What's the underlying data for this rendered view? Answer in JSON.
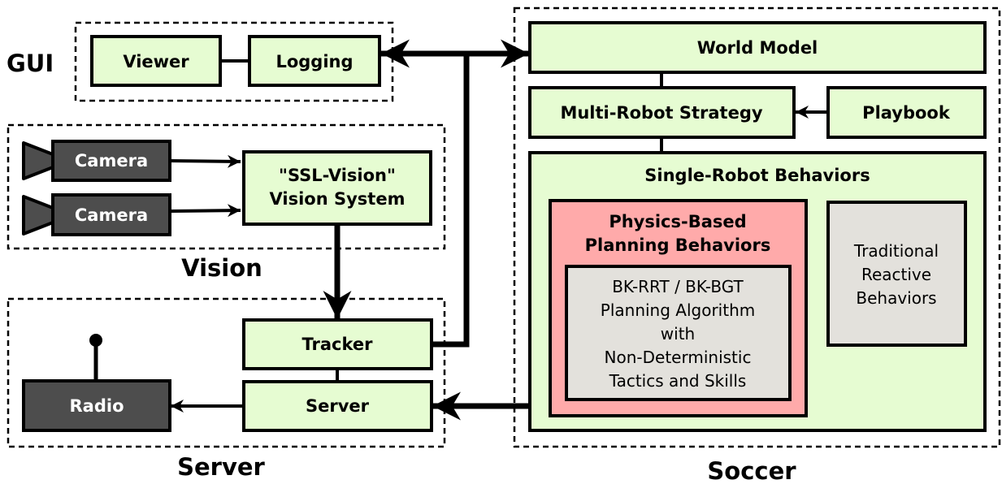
{
  "groups": {
    "gui": "GUI",
    "vision": "Vision",
    "server": "Server",
    "soccer": "Soccer"
  },
  "boxes": {
    "viewer": "Viewer",
    "logging": "Logging",
    "camera_1": "Camera",
    "camera_2": "Camera",
    "vision_system_line1": "\"SSL-Vision\"",
    "vision_system_line2": "Vision System",
    "tracker": "Tracker",
    "server": "Server",
    "radio": "Radio",
    "world_model": "World Model",
    "multi_robot_strategy": "Multi-Robot Strategy",
    "playbook": "Playbook",
    "single_robot_behaviors": "Single-Robot Behaviors",
    "physics_line1": "Physics-Based",
    "physics_line2": "Planning Behaviors",
    "planner_line1": "BK-RRT / BK-BGT",
    "planner_line2": "Planning Algorithm",
    "planner_line3": "with",
    "planner_line4": "Non-Deterministic",
    "planner_line5": "Tactics and Skills",
    "traditional_line1": "Traditional",
    "traditional_line2": "Reactive",
    "traditional_line3": "Behaviors"
  },
  "colors": {
    "module_fill": "#e6fcd2",
    "hardware_fill": "#4d4d4d",
    "physics_fill": "#ffaaaa",
    "grey_fill": "#e3e1dc",
    "stroke": "#000000"
  }
}
